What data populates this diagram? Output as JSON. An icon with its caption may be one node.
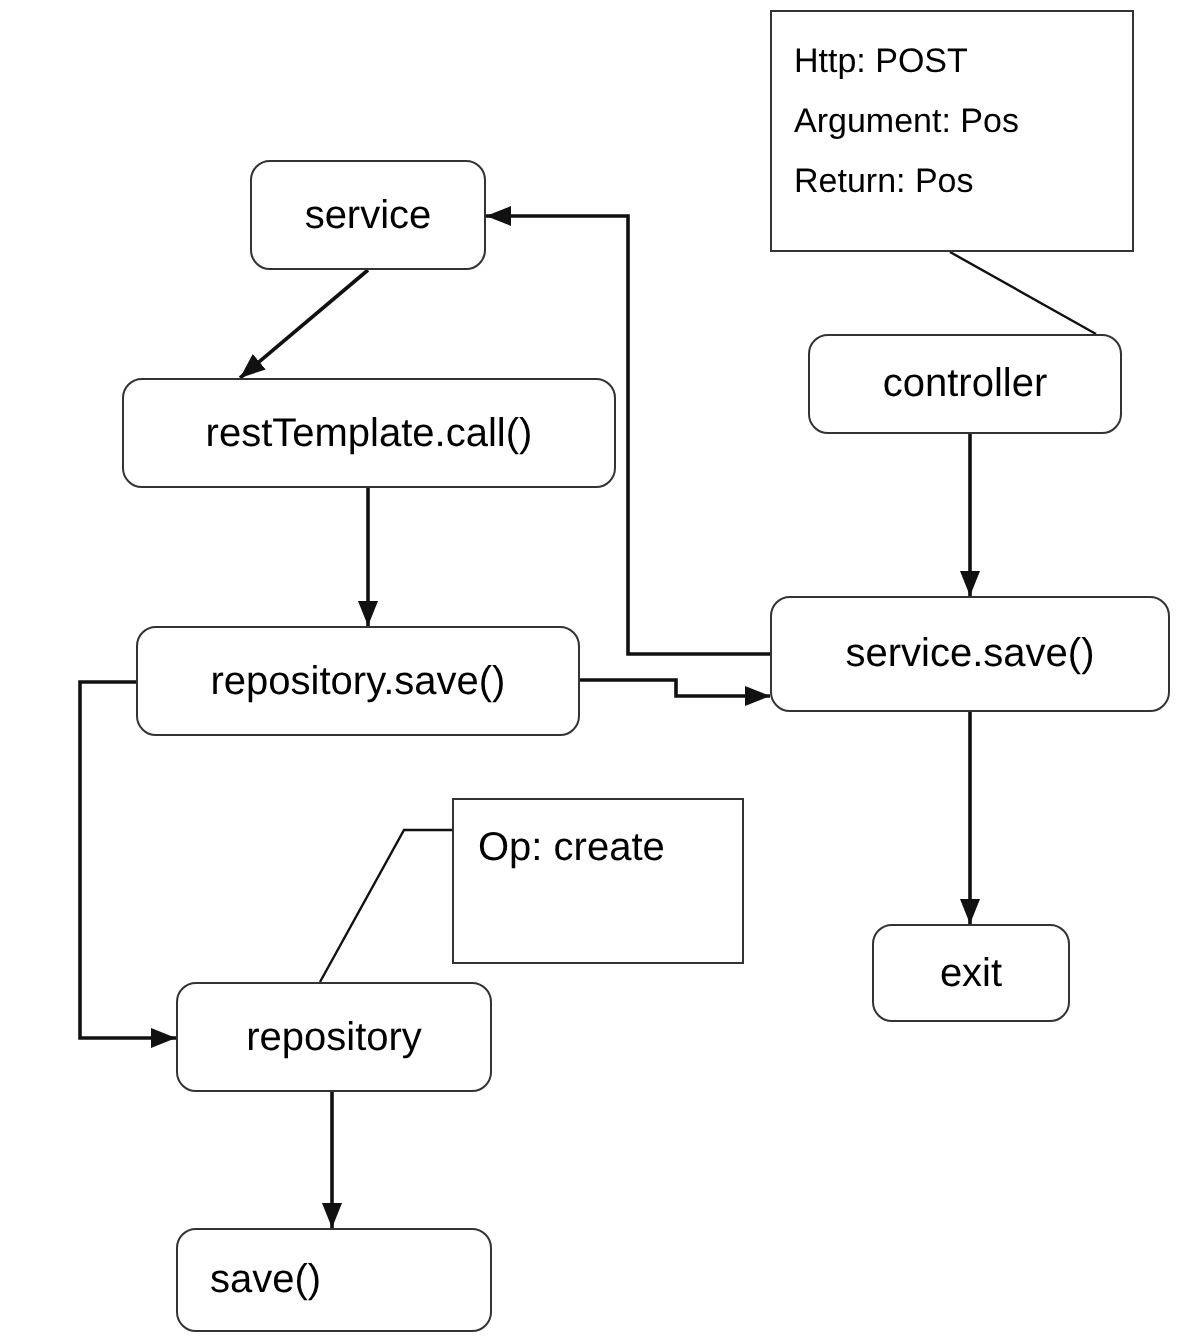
{
  "diagram": {
    "nodes": [
      {
        "text": [
          "service"
        ]
      },
      {
        "text": [
          "restTemplate.call()"
        ]
      },
      {
        "text": [
          "repository.save()"
        ]
      },
      {
        "text": [
          "repository"
        ]
      },
      {
        "text": [
          "save()"
        ]
      },
      {
        "text": [
          "Http: POST",
          "Argument: Pos",
          "Return: Pos"
        ]
      },
      {
        "text": [
          "controller"
        ]
      },
      {
        "text": [
          "service.save()"
        ]
      },
      {
        "text": [
          "exit"
        ]
      },
      {
        "text": [
          "Op: create"
        ]
      }
    ],
    "edges": [
      {
        "from": 0,
        "to": 1,
        "arrow": "to"
      },
      {
        "from": 1,
        "to": 2,
        "arrow": "to"
      },
      {
        "from": 2,
        "to": 7,
        "arrow": "to"
      },
      {
        "from": 2,
        "to": 3,
        "arrow": "to"
      },
      {
        "from": 3,
        "to": 4,
        "arrow": "to"
      },
      {
        "from": 7,
        "to": 0,
        "arrow": "to"
      },
      {
        "from": 6,
        "to": 7,
        "arrow": "to"
      },
      {
        "from": 7,
        "to": 8,
        "arrow": "to"
      },
      {
        "from": 5,
        "to": 6,
        "arrow": "none"
      },
      {
        "from": 9,
        "to": 3,
        "arrow": "none"
      }
    ]
  }
}
